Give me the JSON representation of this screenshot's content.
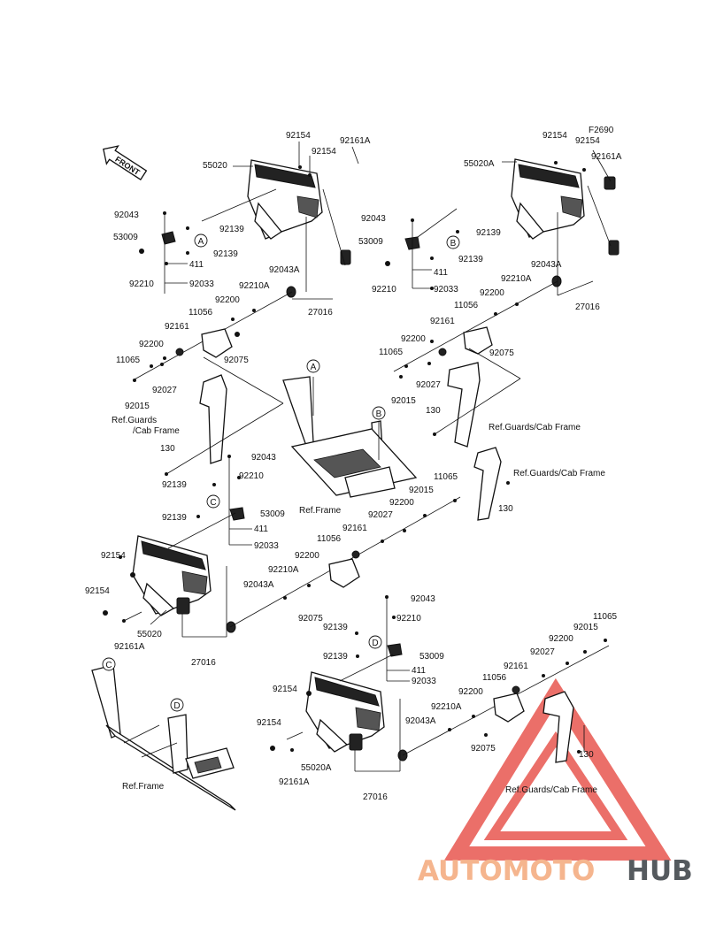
{
  "front_label": "FRONT",
  "labels": {
    "a_92154": "92154",
    "a_92161A": "92161A",
    "a_55020": "55020",
    "a_92154b": "92154",
    "a_92043": "92043",
    "a_92139": "92139",
    "a_53009": "53009",
    "a_92139b": "92139",
    "a_411": "411",
    "a_92210": "92210",
    "a_92033": "92033",
    "a_92043A": "92043A",
    "a_92210A": "92210A",
    "a_27016": "27016",
    "a_92200": "92200",
    "a_11056": "11056",
    "a_92161": "92161",
    "a_92200b": "92200",
    "a_11065": "11065",
    "a_92075": "92075",
    "a_92027": "92027",
    "a_92015": "92015",
    "a_ref1": "Ref.Guards",
    "a_ref2": "/Cab Frame",
    "a_130": "130",
    "b_92154": "92154",
    "b_F2690": "F2690",
    "b_92154b": "92154",
    "b_55020A": "55020A",
    "b_92161A": "92161A",
    "b_92043": "92043",
    "b_92139": "92139",
    "b_53009": "53009",
    "b_92139b": "92139",
    "b_411": "411",
    "b_92210": "92210",
    "b_92033": "92033",
    "b_92043A": "92043A",
    "b_92210A": "92210A",
    "b_92200": "92200",
    "b_27016": "27016",
    "b_11056": "11056",
    "b_92161": "92161",
    "b_92200b": "92200",
    "b_11065": "11065",
    "b_92075": "92075",
    "b_92027": "92027",
    "b_92015": "92015",
    "b_130": "130",
    "b_ref": "Ref.Guards/Cab Frame",
    "f_ref": "Ref.Frame",
    "c_92043": "92043",
    "c_92210": "92210",
    "c_92139": "92139",
    "c_53009": "53009",
    "c_92139b": "92139",
    "c_411": "411",
    "c_92033": "92033",
    "c_11065": "11065",
    "c_92015": "92015",
    "c_92200": "92200",
    "c_92027": "92027",
    "c_92161": "92161",
    "c_11056": "11056",
    "c_92200b": "92200",
    "c_92210A": "92210A",
    "c_92043A": "92043A",
    "c_92154": "92154",
    "c_92154b": "92154",
    "c_55020": "55020",
    "c_92161A": "92161A",
    "c_27016": "27016",
    "c_92075": "92075",
    "c_ref": "Ref.Guards/Cab Frame",
    "c_130": "130",
    "d_92043": "92043",
    "d_92210": "92210",
    "d_92139": "92139",
    "d_53009": "53009",
    "d_92139b": "92139",
    "d_411": "411",
    "d_92033": "92033",
    "d_11065": "11065",
    "d_92015": "92015",
    "d_92200": "92200",
    "d_92027": "92027",
    "d_92161": "92161",
    "d_11056": "11056",
    "d_92200b": "92200",
    "d_92210A": "92210A",
    "d_92043A": "92043A",
    "d_92154": "92154",
    "d_92154b": "92154",
    "d_55020A": "55020A",
    "d_92161A": "92161A",
    "d_27016": "27016",
    "d_92075": "92075",
    "d_130": "130",
    "d_ref": "Ref.Guards/Cab Frame",
    "f2_ref": "Ref.Frame"
  },
  "callouts": {
    "A": "A",
    "B": "B",
    "C": "C",
    "D": "D"
  },
  "watermark": {
    "auto": "AUTOMOTO",
    "hub": "HUB"
  },
  "colors": {
    "watermark_triangle": "#e8574f",
    "watermark_text": "#f5b58e",
    "watermark_hub": "#555a5e"
  }
}
